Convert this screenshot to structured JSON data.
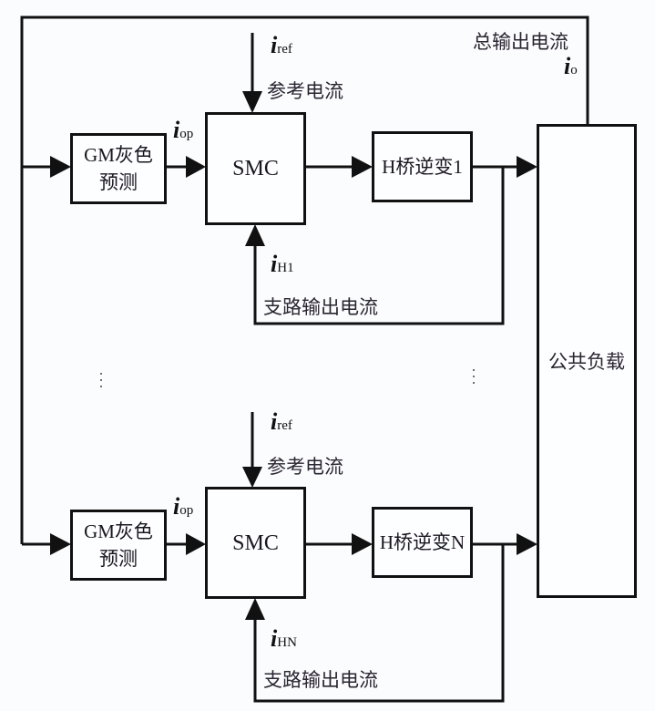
{
  "diagram": {
    "load": {
      "label": "公共负载"
    },
    "total_output": {
      "label": "总输出电流",
      "symbol": "i",
      "subscript": "o"
    },
    "branches": [
      {
        "predictor": {
          "label_line1": "GM灰色",
          "label_line2": "预测"
        },
        "predictor_output": {
          "symbol": "i",
          "subscript": "op"
        },
        "controller": {
          "label": "SMC"
        },
        "reference": {
          "symbol": "i",
          "subscript": "ref",
          "label": "参考电流"
        },
        "inverter": {
          "label": "H桥逆变1"
        },
        "feedback": {
          "symbol": "i",
          "subscript": "H1",
          "label": "支路输出电流"
        }
      },
      {
        "predictor": {
          "label_line1": "GM灰色",
          "label_line2": "预测"
        },
        "predictor_output": {
          "symbol": "i",
          "subscript": "op"
        },
        "controller": {
          "label": "SMC"
        },
        "reference": {
          "symbol": "i",
          "subscript": "ref",
          "label": "参考电流"
        },
        "inverter": {
          "label": "H桥逆变N"
        },
        "feedback": {
          "symbol": "i",
          "subscript": "HN",
          "label": "支路输出电流"
        }
      }
    ],
    "ellipsis": "⋮"
  }
}
